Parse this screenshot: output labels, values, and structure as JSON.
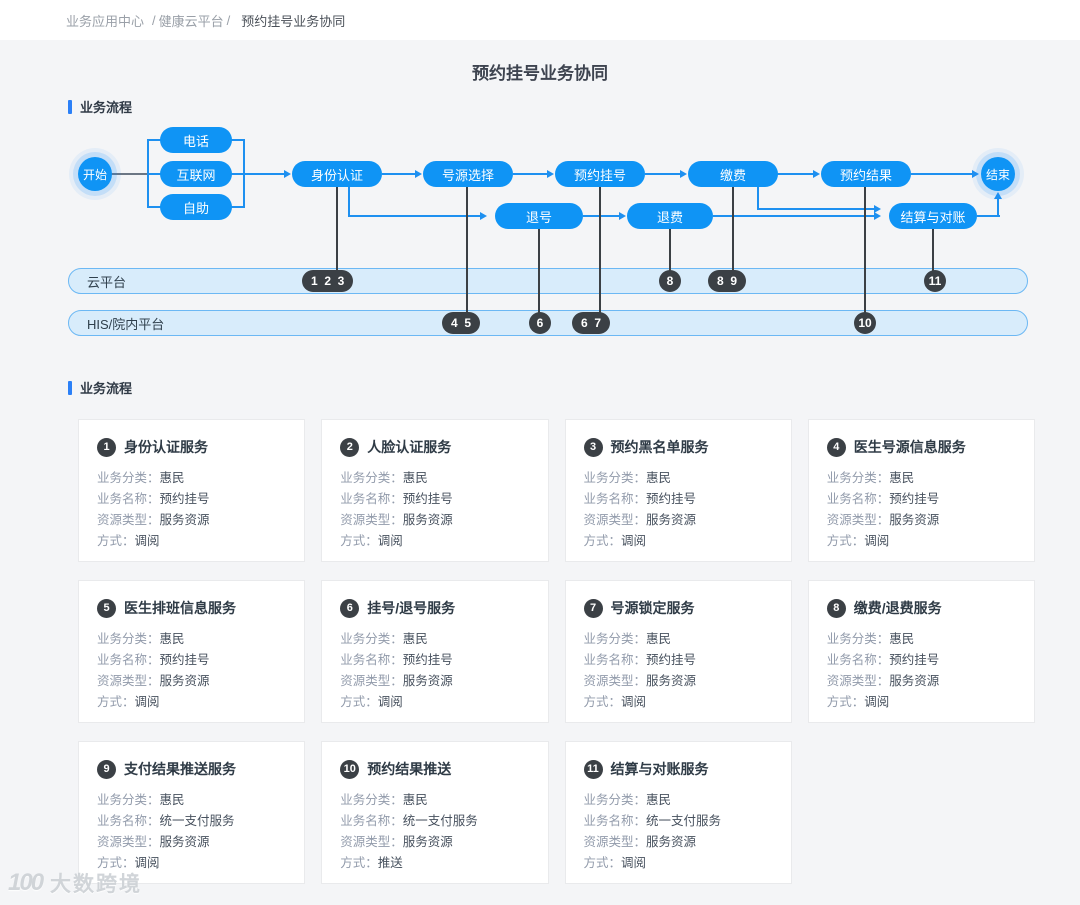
{
  "breadcrumb": {
    "items": [
      "业务应用中心",
      "健康云平台",
      "预约挂号业务协同"
    ],
    "separator": "/"
  },
  "page": {
    "title": "预约挂号业务协同"
  },
  "sections": {
    "flow_header": "业务流程",
    "services_header": "业务流程"
  },
  "flow": {
    "start_label": "开始",
    "end_label": "结束",
    "channels": [
      "电话",
      "互联网",
      "自助"
    ],
    "main_nodes": [
      "身份认证",
      "号源选择",
      "预约挂号",
      "缴费",
      "预约结果"
    ],
    "sub_nodes": [
      "退号",
      "退费",
      "结算与对账"
    ],
    "lanes": [
      {
        "label": "云平台",
        "badges": [
          {
            "text": "1  2  3"
          },
          {
            "text": "8"
          },
          {
            "text": "8  9"
          },
          {
            "text": "11"
          }
        ]
      },
      {
        "label": "HIS/院内平台",
        "badges": [
          {
            "text": "4  5"
          },
          {
            "text": "6"
          },
          {
            "text": "6  7"
          },
          {
            "text": "10"
          }
        ]
      }
    ]
  },
  "field_labels": {
    "category": "业务分类",
    "name": "业务名称",
    "resource": "资源类型",
    "method": "方式",
    "colon": "："
  },
  "cards": [
    {
      "number": "1",
      "title": "身份认证服务",
      "category": "惠民",
      "name": "预约挂号",
      "resource": "服务资源",
      "method": "调阅"
    },
    {
      "number": "2",
      "title": "人脸认证服务",
      "category": "惠民",
      "name": "预约挂号",
      "resource": "服务资源",
      "method": "调阅"
    },
    {
      "number": "3",
      "title": "预约黑名单服务",
      "category": "惠民",
      "name": "预约挂号",
      "resource": "服务资源",
      "method": "调阅"
    },
    {
      "number": "4",
      "title": "医生号源信息服务",
      "category": "惠民",
      "name": "预约挂号",
      "resource": "服务资源",
      "method": "调阅"
    },
    {
      "number": "5",
      "title": "医生排班信息服务",
      "category": "惠民",
      "name": "预约挂号",
      "resource": "服务资源",
      "method": "调阅"
    },
    {
      "number": "6",
      "title": "挂号/退号服务",
      "category": "惠民",
      "name": "预约挂号",
      "resource": "服务资源",
      "method": "调阅"
    },
    {
      "number": "7",
      "title": "号源锁定服务",
      "category": "惠民",
      "name": "预约挂号",
      "resource": "服务资源",
      "method": "调阅"
    },
    {
      "number": "8",
      "title": "缴费/退费服务",
      "category": "惠民",
      "name": "预约挂号",
      "resource": "服务资源",
      "method": "调阅"
    },
    {
      "number": "9",
      "title": "支付结果推送服务",
      "category": "惠民",
      "name": "统一支付服务",
      "resource": "服务资源",
      "method": "调阅"
    },
    {
      "number": "10",
      "title": "预约结果推送",
      "category": "惠民",
      "name": "统一支付服务",
      "resource": "服务资源",
      "method": "推送"
    },
    {
      "number": "11",
      "title": "结算与对账服务",
      "category": "惠民",
      "name": "统一支付服务",
      "resource": "服务资源",
      "method": "调阅"
    }
  ],
  "watermark": {
    "logo": "100",
    "text": "大数跨境"
  },
  "colors": {
    "accent_blue": "#0f94f5",
    "line_blue": "#1e90f0",
    "lane_fill": "#d8ecfb",
    "lane_border": "#6cb8f4",
    "badge_dark": "#3b4045",
    "page_bg": "#f4f5f7"
  }
}
